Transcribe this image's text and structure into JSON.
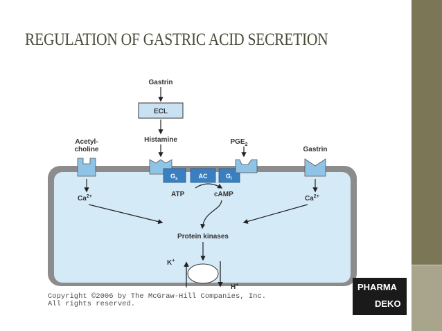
{
  "slide": {
    "title": "REGULATION OF GASTRIC ACID SECRETION",
    "colors": {
      "sidebar_dark": "#7a7656",
      "sidebar_light": "#a9a58c",
      "cell_fill": "#d5eaf7",
      "receptor_fill": "#8fc4e6",
      "g_protein_fill": "#3a7fc0"
    }
  },
  "diagram": {
    "gastrin_top": "Gastrin",
    "ecl": "ECL",
    "histamine": "Histamine",
    "acetylcholine_line1": "Acetyl-",
    "acetylcholine_line2": "choline",
    "pge2": "PGE",
    "pge2_sub": "2",
    "gastrin_right": "Gastrin",
    "gs": "G",
    "gs_sub": "s",
    "ac": "AC",
    "gi": "G",
    "gi_sub": "i",
    "atp": "ATP",
    "camp": "cAMP",
    "ca_left": "Ca",
    "ca_left_sup": "2+",
    "ca_right": "Ca",
    "ca_right_sup": "2+",
    "protein_kinases": "Protein kinases",
    "k_plus": "K",
    "k_sup": "+",
    "h_plus": "H",
    "h_sup": "+"
  },
  "copyright": {
    "line1": "Copyright ©2006 by The McGraw-Hill Companies, Inc.",
    "line2": "All rights reserved."
  },
  "logo": {
    "line1": "PHARMA",
    "line2": "DEKO"
  }
}
